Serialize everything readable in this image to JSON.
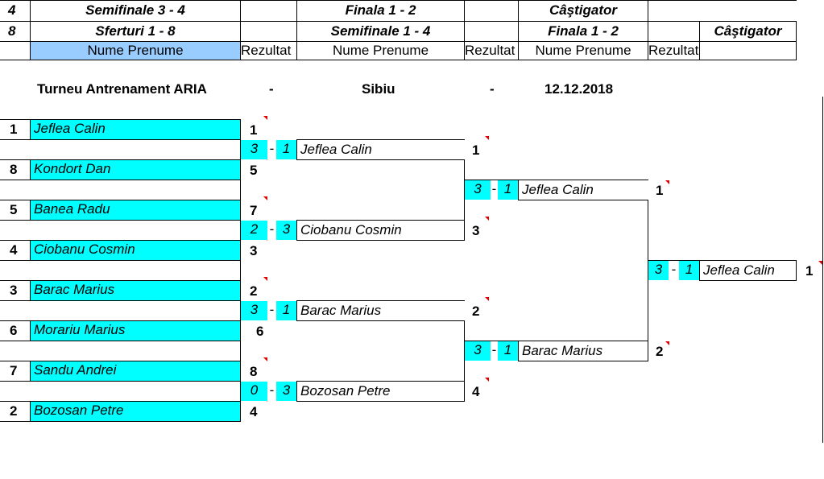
{
  "header": {
    "row1": {
      "num": "4",
      "c1": "Semifinale 3 - 4",
      "c3": "Finala 1 - 2",
      "c5": "Câştigator"
    },
    "row2": {
      "num": "8",
      "c1": "Sferturi 1 - 8",
      "c3": "Semifinale 1 - 4",
      "c5": "Finala 1 - 2",
      "c7": "Câştigator"
    },
    "row3": {
      "c1": "Nume Prenume",
      "c2": "Rezultat",
      "c3": "Nume Prenume",
      "c4": "Rezultat",
      "c5": "Nume Prenume",
      "c6": "Rezultat"
    }
  },
  "info": {
    "title": "Turneu Antrenament ARIA",
    "sep1": "-",
    "city": "Sibiu",
    "sep2": "-",
    "date": "12.12.2018"
  },
  "players": [
    {
      "seed": "1",
      "name": "Jeflea Calin",
      "result": "1"
    },
    {
      "seed": "8",
      "name": "Kondort Dan",
      "result": "5"
    },
    {
      "seed": "5",
      "name": "Banea Radu",
      "result": "7"
    },
    {
      "seed": "4",
      "name": "Ciobanu Cosmin",
      "result": "3"
    },
    {
      "seed": "3",
      "name": "Barac Marius",
      "result": "2"
    },
    {
      "seed": "6",
      "name": "Morariu Marius",
      "result": "6"
    },
    {
      "seed": "7",
      "name": "Sandu Andrei",
      "result": "8"
    },
    {
      "seed": "2",
      "name": "Bozosan Petre",
      "result": "4"
    }
  ],
  "quarterfinal_results": [
    {
      "s1": "3",
      "dash": "-",
      "s2": "1",
      "name": "Jeflea Calin",
      "result": "1"
    },
    {
      "s1": "2",
      "dash": "-",
      "s2": "3",
      "name": "Ciobanu Cosmin",
      "result": "3"
    },
    {
      "s1": "3",
      "dash": "-",
      "s2": "1",
      "name": "Barac Marius",
      "result": "2"
    },
    {
      "s1": "0",
      "dash": "-",
      "s2": "3",
      "name": "Bozosan Petre",
      "result": "4"
    }
  ],
  "semifinal_results": [
    {
      "s1": "3",
      "dash": "-",
      "s2": "1",
      "name": "Jeflea Calin",
      "result": "1"
    },
    {
      "s1": "3",
      "dash": "-",
      "s2": "1",
      "name": "Barac Marius",
      "result": "2"
    }
  ],
  "final_result": {
    "s1": "3",
    "dash": "-",
    "s2": "1",
    "name": "Jeflea Calin",
    "result": "1"
  }
}
